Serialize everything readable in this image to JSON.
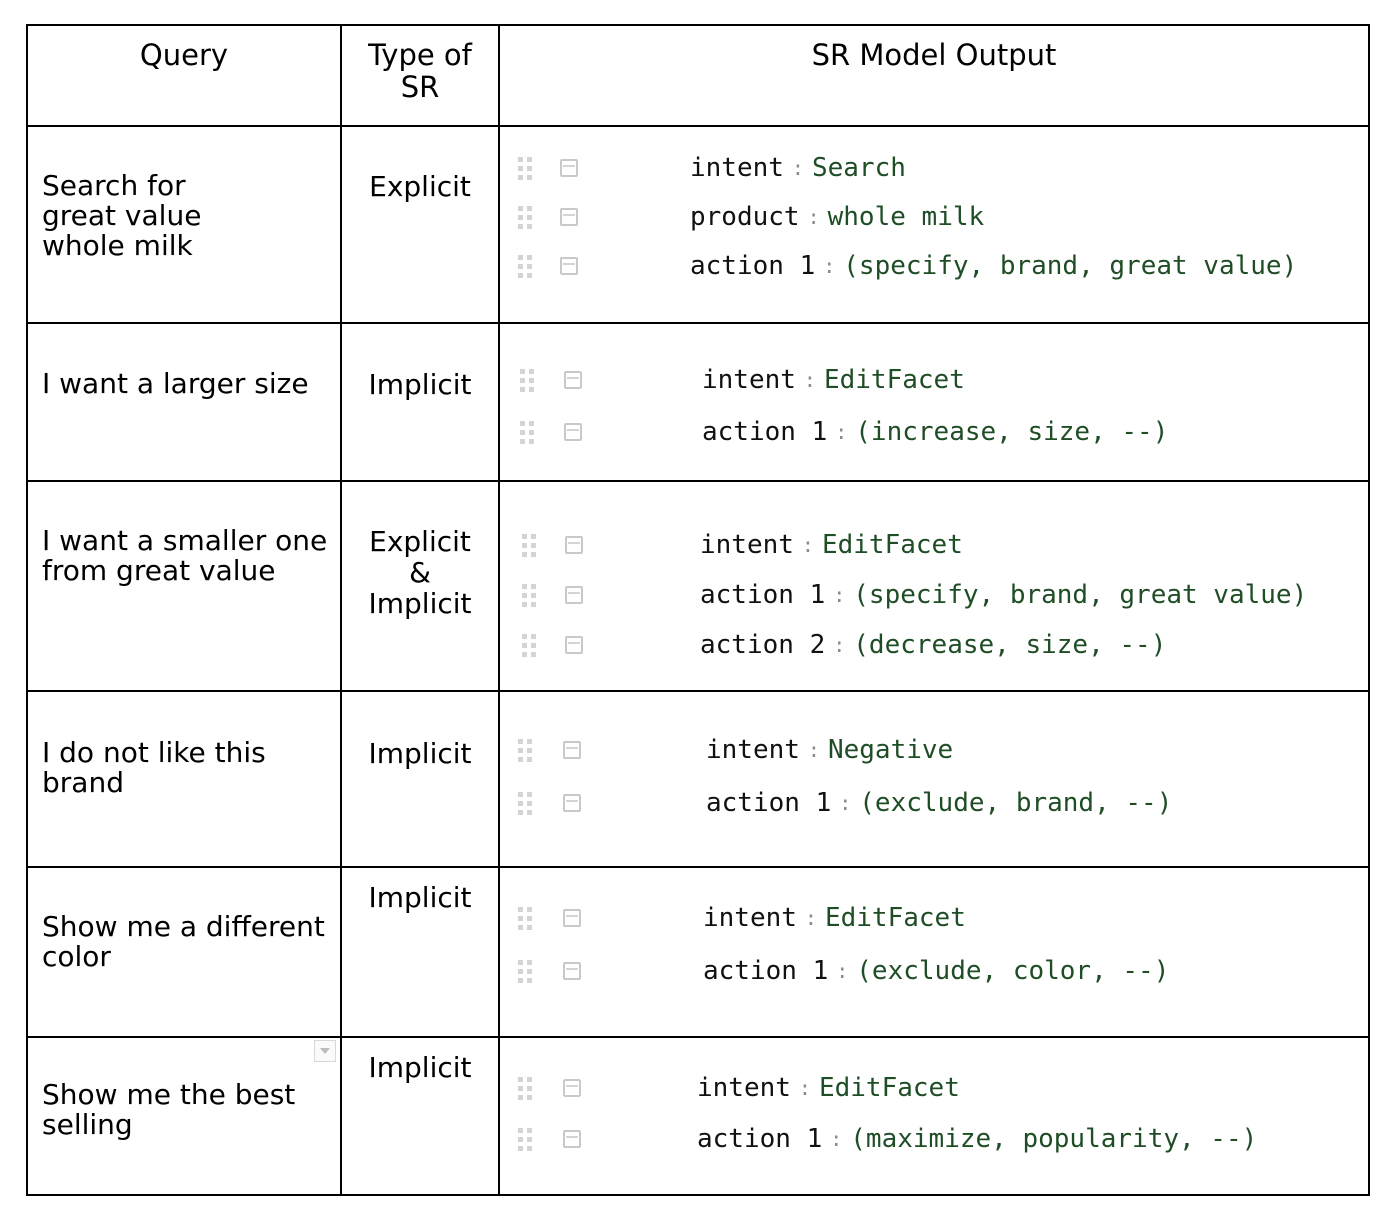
{
  "headers": {
    "query": "Query",
    "type": "Type of\nSR",
    "output": "SR Model Output"
  },
  "rows": [
    {
      "query": "Search for\ngreat value\nwhole milk",
      "type": "Explicit",
      "fields": [
        {
          "key": "intent",
          "value": "Search"
        },
        {
          "key": "product",
          "value": "whole milk"
        },
        {
          "key": "action 1",
          "value": "(specify, brand, great value)"
        }
      ]
    },
    {
      "query": "I want a larger size",
      "type": "Implicit",
      "fields": [
        {
          "key": "intent",
          "value": "EditFacet"
        },
        {
          "key": "action 1",
          "value": "(increase, size, --)"
        }
      ]
    },
    {
      "query": "I want a smaller one\nfrom great value",
      "type": "Explicit\n&\nImplicit",
      "fields": [
        {
          "key": "intent",
          "value": "EditFacet"
        },
        {
          "key": "action 1",
          "value": "(specify, brand, great value)"
        },
        {
          "key": "action 2",
          "value": "(decrease, size, --)"
        }
      ]
    },
    {
      "query": "I do not like this\nbrand",
      "type": "Implicit",
      "fields": [
        {
          "key": "intent",
          "value": "Negative"
        },
        {
          "key": "action 1",
          "value": "(exclude, brand, --)"
        }
      ]
    },
    {
      "query": "Show me a different\ncolor",
      "type": "Implicit",
      "fields": [
        {
          "key": "intent",
          "value": "EditFacet"
        },
        {
          "key": "action 1",
          "value": "(exclude, color, --)"
        }
      ]
    },
    {
      "query": "Show me the best\nselling",
      "type": "Implicit",
      "fields": [
        {
          "key": "intent",
          "value": "EditFacet"
        },
        {
          "key": "action 1",
          "value": "(maximize, popularity, --)"
        }
      ]
    }
  ],
  "separator": ":"
}
